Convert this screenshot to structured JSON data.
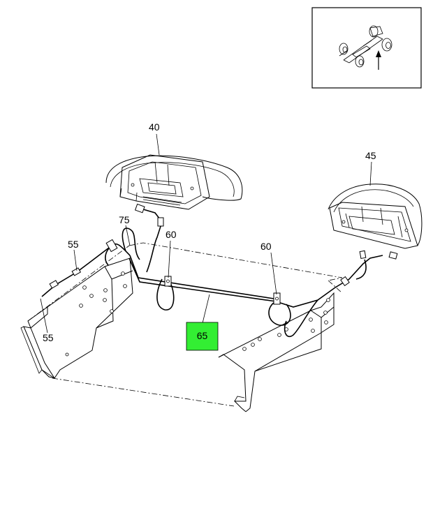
{
  "callouts": {
    "c40": "40",
    "c45": "45",
    "c75": "75",
    "c60a": "60",
    "c60b": "60",
    "c55a": "55",
    "c55b": "55",
    "c65": "65"
  },
  "highlight": {
    "part": "65",
    "color": "#33ee33"
  }
}
